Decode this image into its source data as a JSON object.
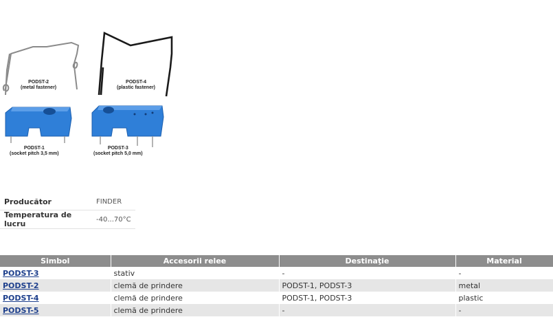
{
  "figure": {
    "labels": [
      {
        "code": "PODST-2",
        "desc": "(metal fastener)"
      },
      {
        "code": "PODST-4",
        "desc": "(plastic fastener)"
      },
      {
        "code": "PODST-1",
        "desc": "(socket pitch 3,5 mm)"
      },
      {
        "code": "PODST-3",
        "desc": "(socket pitch 5,0 mm)"
      }
    ]
  },
  "specs": [
    {
      "label": "Producător",
      "value": "FINDER"
    },
    {
      "label": "Temperatura de lucru",
      "value": "-40...70°C"
    }
  ],
  "accessories": {
    "headers": [
      "Simbol",
      "Accesorii relee",
      "Destinaţie",
      "Material"
    ],
    "rows": [
      {
        "symbol": "PODST-3",
        "accessory": "stativ",
        "destination": "-",
        "material": "-"
      },
      {
        "symbol": "PODST-2",
        "accessory": "clemă de prindere",
        "destination": "PODST-1, PODST-3",
        "material": "metal"
      },
      {
        "symbol": "PODST-4",
        "accessory": "clemă de prindere",
        "destination": "PODST-1, PODST-3",
        "material": "plastic"
      },
      {
        "symbol": "PODST-5",
        "accessory": "clemă de prindere",
        "destination": "-",
        "material": "-"
      }
    ]
  },
  "colors": {
    "header_bg": "#8d8d8d",
    "row_alt": "#e6e6e6",
    "link": "#1d3f8c",
    "socket_blue": "#2f7fd8"
  }
}
